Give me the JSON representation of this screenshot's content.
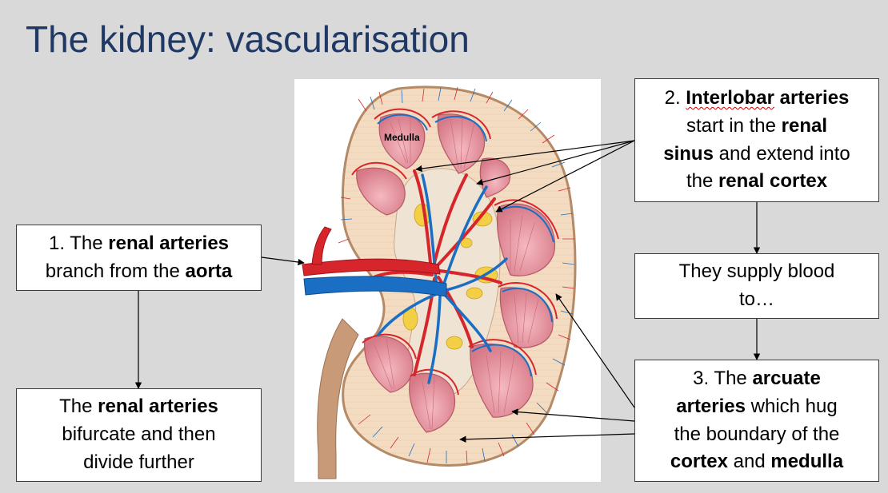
{
  "slide": {
    "title": "The kidney: vascularisation"
  },
  "boxes": {
    "renal_arteries": {
      "pre": "1. The ",
      "b1": "renal arteries",
      "mid": "branch from the ",
      "b2": "aorta"
    },
    "bifurcate": {
      "pre": "The ",
      "b1": "renal arteries",
      "rest1": "bifurcate and then",
      "rest2": "divide further"
    },
    "interlobar": {
      "pre": "2. ",
      "b1": "Interlobar",
      "b2": " arteries",
      "mid1": "start in the ",
      "b3": "renal",
      "b4": "sinus",
      "mid2": " and extend into",
      "pre2": "the ",
      "b5": "renal cortex"
    },
    "supply": {
      "line1": "They supply blood",
      "line2": "to…"
    },
    "arcuate": {
      "pre": "3. The ",
      "b1": "arcuate",
      "b2": "arteries",
      "mid1": " which hug",
      "mid2": "the boundary of the",
      "b3": "cortex",
      "mid3": " and ",
      "b4": "medulla"
    }
  },
  "figure": {
    "medulla_label": "Medulla"
  },
  "colors": {
    "title": "#1f3864",
    "artery": "#d7262b",
    "vein": "#1a6fc4",
    "cortex": "#f3dcc2",
    "pyramid": "#e58f9c",
    "fat": "#f2cf45",
    "ureter": "#c89a78"
  }
}
